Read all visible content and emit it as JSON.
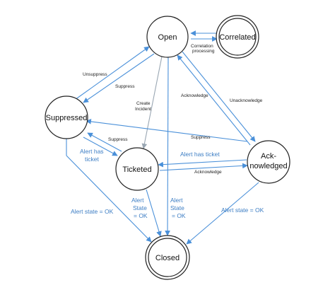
{
  "colors": {
    "edge": "#4a90d9",
    "edge_grey": "#9aa7b3",
    "label_blue": "#3d7ec4",
    "node_stroke": "#222222"
  },
  "states": {
    "open": "Open",
    "correlated": "Correlated",
    "suppressed": "Suppressed",
    "ticketed": "Ticketed",
    "acknowledged_line1": "Ack-",
    "acknowledged_line2": "nowledged",
    "closed": "Closed"
  },
  "edges": {
    "correlation_line1": "Correlation",
    "correlation_line2": "processing",
    "unsuppress": "Unsuppress",
    "suppress_open": "Suppress",
    "create_incident_line1": "Create",
    "create_incident_line2": "Incident",
    "acknowledge_open": "Acknowledge",
    "unacknowledge": "Unacknowledge",
    "suppress_ack": "Suppress",
    "suppress_ticketed": "Suppress",
    "alert_has_ticket_supp_line1": "Alert has",
    "alert_has_ticket_supp_line2": "ticket",
    "alert_has_ticket_ack": "Alert has ticket",
    "acknowledge_ticketed": "Acknowledge",
    "alert_state_ok_supp": "Alert state = OK",
    "alert_state_ok_ticketed_line1": "Alert",
    "alert_state_ok_ticketed_line2": "State",
    "alert_state_ok_ticketed_line3": "= OK",
    "alert_state_ok_open_line1": "Alert",
    "alert_state_ok_open_line2": "State",
    "alert_state_ok_open_line3": "= OK",
    "alert_state_ok_ack": "Alert state = OK"
  }
}
